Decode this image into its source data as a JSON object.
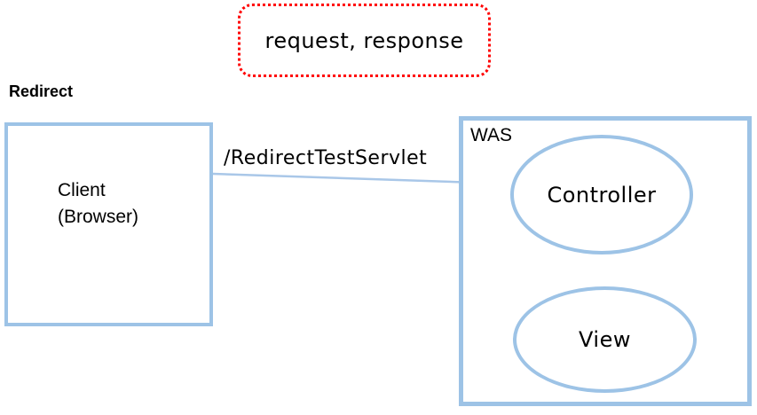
{
  "diagram": {
    "title": "Redirect",
    "note": {
      "text": "request, response"
    },
    "client_box": {
      "line1": "Client",
      "line2": "(Browser)"
    },
    "arrow": {
      "label": "/RedirectTestServlet"
    },
    "was_box": {
      "label": "WAS",
      "controller_label": "Controller",
      "view_label": "View"
    },
    "colors": {
      "shape_border": "#9DC3E6",
      "arrow": "#A9C7E8",
      "note_border": "#FF0000",
      "text": "#000000",
      "background": "#FFFFFF"
    }
  }
}
